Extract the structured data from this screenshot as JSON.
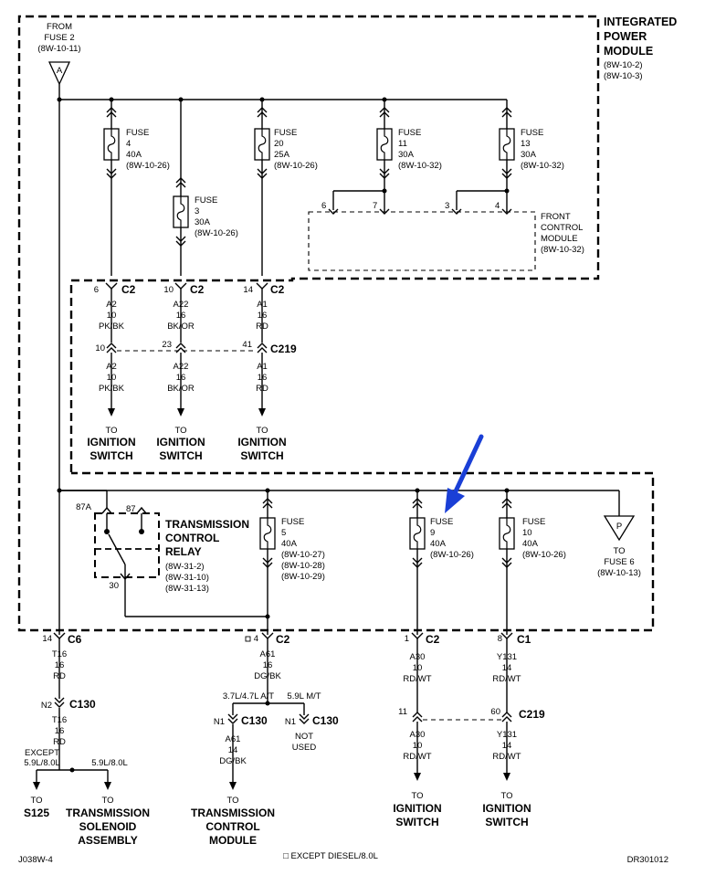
{
  "header": {
    "module_title": [
      "INTEGRATED",
      "POWER",
      "MODULE"
    ],
    "module_refs": [
      "(8W-10-2)",
      "(8W-10-3)"
    ],
    "from_fuse2": [
      "FROM",
      "FUSE 2",
      "(8W-10-11)"
    ],
    "connector_a": "A"
  },
  "fuses": {
    "f4": [
      "FUSE",
      "4",
      "40A",
      "(8W-10-26)"
    ],
    "f3": [
      "FUSE",
      "3",
      "30A",
      "(8W-10-26)"
    ],
    "f20": [
      "FUSE",
      "20",
      "25A",
      "(8W-10-26)"
    ],
    "f11": [
      "FUSE",
      "11",
      "30A",
      "(8W-10-32)"
    ],
    "f13": [
      "FUSE",
      "13",
      "30A",
      "(8W-10-32)"
    ],
    "f5": [
      "FUSE",
      "5",
      "40A",
      "(8W-10-27)",
      "(8W-10-28)",
      "(8W-10-29)"
    ],
    "f9": [
      "FUSE",
      "9",
      "40A",
      "(8W-10-26)"
    ],
    "f10": [
      "FUSE",
      "10",
      "40A",
      "(8W-10-26)"
    ]
  },
  "fcm": {
    "label": [
      "FRONT",
      "CONTROL",
      "MODULE",
      "(8W-10-32)"
    ],
    "pins": [
      "6",
      "7",
      "3",
      "4"
    ]
  },
  "c2_upper": {
    "connector": "C2",
    "wires": [
      {
        "pin": "6",
        "circuit": [
          "A2",
          "10",
          "PK/BK"
        ]
      },
      {
        "pin": "10",
        "circuit": [
          "A22",
          "16",
          "BK/OR"
        ]
      },
      {
        "pin": "14",
        "circuit": [
          "A1",
          "16",
          "RD"
        ]
      }
    ]
  },
  "c219_upper": {
    "connector": "C219",
    "pins": [
      "10",
      "23",
      "41"
    ],
    "below": [
      [
        "A2",
        "10",
        "PK/BK"
      ],
      [
        "A22",
        "16",
        "BK/OR"
      ],
      [
        "A1",
        "16",
        "RD"
      ]
    ]
  },
  "to_ignition": [
    "TO",
    "IGNITION",
    "SWITCH"
  ],
  "relay": {
    "label": [
      "TRANSMISSION",
      "CONTROL",
      "RELAY"
    ],
    "refs": [
      "(8W-31-2)",
      "(8W-31-10)",
      "(8W-31-13)"
    ],
    "pin_87a": "87A",
    "pin_87": "87",
    "pin_30": "30"
  },
  "fuse6": {
    "connector": "P",
    "text": [
      "TO",
      "FUSE 6",
      "(8W-10-13)"
    ]
  },
  "c6": {
    "pin": "14",
    "connector": "C6",
    "circuit": [
      "T16",
      "16",
      "RD"
    ]
  },
  "c130_left": {
    "pin": "N2",
    "connector": "C130",
    "circuit": [
      "T16",
      "16",
      "RD"
    ]
  },
  "branch_left": {
    "except": [
      "EXCEPT",
      "5.9L/8.0L"
    ],
    "only": "5.9L/8.0L"
  },
  "to_s125": [
    "TO",
    "S125"
  ],
  "to_solenoid": [
    "TO",
    "TRANSMISSION",
    "SOLENOID",
    "ASSEMBLY"
  ],
  "c2_lower_mid": {
    "marker": "□",
    "pin": "4",
    "connector": "C2",
    "circuit": [
      "A61",
      "16",
      "DG/BK"
    ]
  },
  "branch_mid": {
    "left": "3.7L/4.7L A/T",
    "right": "5.9L M/T"
  },
  "c130_n1a": {
    "pin": "N1",
    "connector": "C130",
    "circuit": [
      "A61",
      "14",
      "DG/BK"
    ]
  },
  "c130_n1b": {
    "pin": "N1",
    "connector": "C130",
    "note": [
      "NOT",
      "USED"
    ]
  },
  "to_tcm": [
    "TO",
    "TRANSMISSION",
    "CONTROL",
    "MODULE"
  ],
  "c2_lower_right": {
    "pin": "1",
    "connector": "C2",
    "circuit": [
      "A30",
      "10",
      "RD/WT"
    ]
  },
  "c1": {
    "pin": "8",
    "connector": "C1",
    "circuit": [
      "Y131",
      "14",
      "RD/WT"
    ]
  },
  "c219_lower": {
    "connector": "C219",
    "pins": [
      "11",
      "60"
    ],
    "below": [
      [
        "A30",
        "10",
        "RD/WT"
      ],
      [
        "Y131",
        "14",
        "RD/WT"
      ]
    ]
  },
  "footer": {
    "left": "J038W-4",
    "center": "□ EXCEPT DIESEL/8.0L",
    "right": "DR301012"
  },
  "colors": {
    "ink": "#000000",
    "arrow": "#1a3fd6",
    "background": "#ffffff"
  }
}
